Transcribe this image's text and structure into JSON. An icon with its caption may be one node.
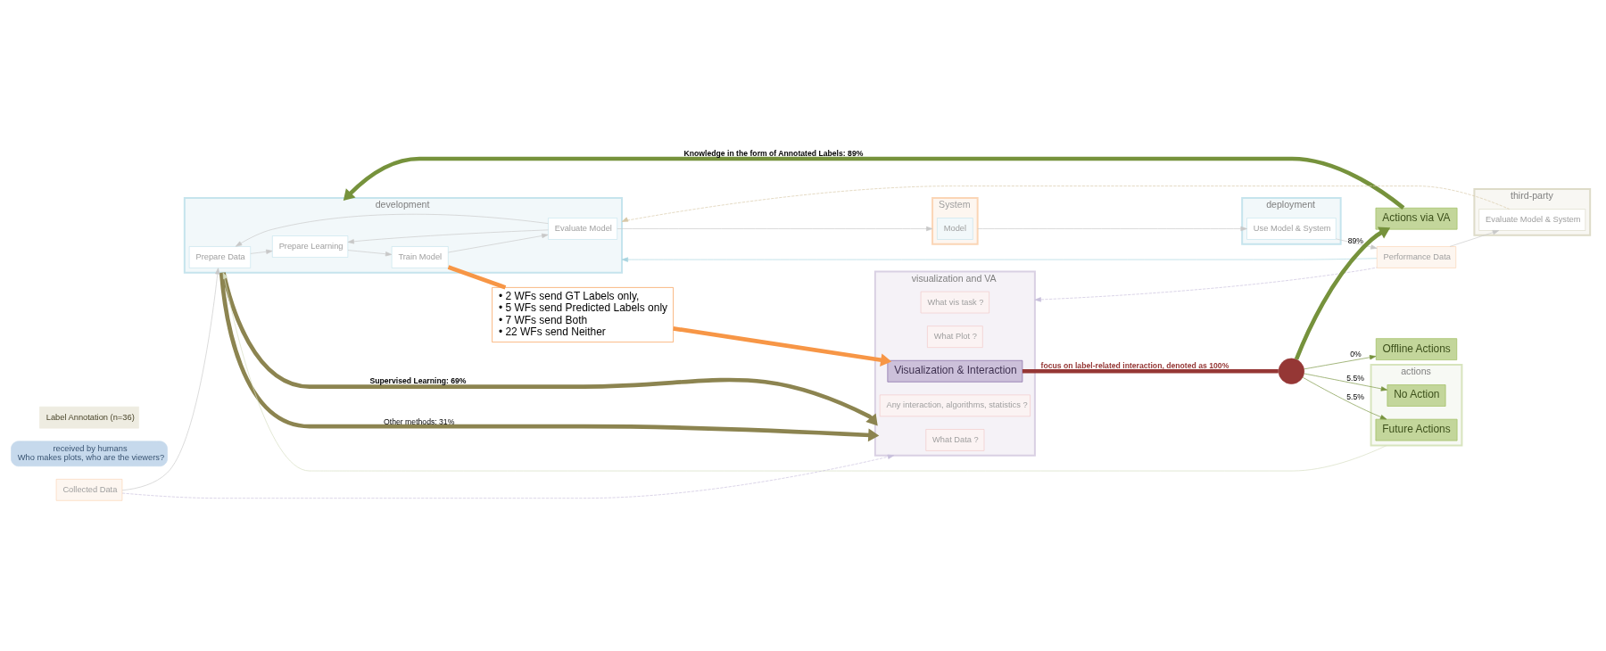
{
  "diagram": {
    "nodes": [
      {
        "text": [
          "development"
        ]
      },
      {
        "text": [
          "Prepare Data"
        ],
        "in": 0
      },
      {
        "text": [
          "Prepare Learning"
        ],
        "in": 0
      },
      {
        "text": [
          "Train Model"
        ],
        "in": 0
      },
      {
        "text": [
          "Evaluate Model"
        ],
        "in": 0
      },
      {
        "text": [
          "Collected Data"
        ]
      },
      {
        "text": [
          "System"
        ]
      },
      {
        "text": [
          "Model"
        ],
        "in": 6
      },
      {
        "text": [
          "deployment"
        ]
      },
      {
        "text": [
          "Use Model & System"
        ],
        "in": 8
      },
      {
        "text": [
          "Performance Data"
        ]
      },
      {
        "text": [
          "third-party"
        ]
      },
      {
        "text": [
          "Evaluate Model & System"
        ],
        "in": 11
      },
      {
        "text": [
          "visualization and VA"
        ]
      },
      {
        "text": [
          "What Data ?"
        ],
        "in": 13
      },
      {
        "text": [
          "What Plot ?"
        ],
        "in": 13
      },
      {
        "text": [
          "What vis task ?"
        ],
        "in": 13
      },
      {
        "text": [
          "Any interaction, algorithms, statistics ?"
        ],
        "in": 13
      },
      {
        "text": [
          "Visualization & Interaction"
        ],
        "in": 13
      },
      {
        "text": [
          "received by humans",
          "Who makes plots, who are the viewers?"
        ]
      },
      {
        "text": [],
        "shape": "circle"
      },
      {
        "text": [
          "actions"
        ]
      },
      {
        "text": [
          "Actions via VA"
        ]
      },
      {
        "text": [
          "Offline Actions"
        ]
      },
      {
        "text": [
          "Future Actions"
        ],
        "in": 21
      },
      {
        "text": [
          "No Action"
        ],
        "in": 21
      },
      {
        "text": [
          "• 2 WFs send GT Labels only,",
          "• 5 WFs send Predicted Labels only",
          "• 7 WFs send Both",
          "• 22 WFs send Neither"
        ]
      },
      {
        "text": [
          "Label Annotation (n=36)"
        ]
      }
    ],
    "edges": [
      {
        "from": 5,
        "to": 1,
        "arrow": "to",
        "color": "#c8c8c8"
      },
      {
        "from": 1,
        "to": 2,
        "arrow": "to",
        "color": "#c8c8c8"
      },
      {
        "from": 2,
        "to": 3,
        "arrow": "to",
        "color": "#c8c8c8"
      },
      {
        "from": 3,
        "to": 4,
        "arrow": "to",
        "color": "#c8c8c8"
      },
      {
        "from": 4,
        "to": 1,
        "arrow": "to",
        "color": "#c8c8c8"
      },
      {
        "from": 4,
        "to": 2,
        "arrow": "to",
        "color": "#c8c8c8"
      },
      {
        "from": 4,
        "to": 6,
        "arrow": "to",
        "color": "#c8c8c8"
      },
      {
        "from": 6,
        "to": 9,
        "arrow": "to",
        "color": "#c8c8c8"
      },
      {
        "from": 9,
        "to": 10,
        "arrow": "to",
        "color": "#c8c8c8"
      },
      {
        "from": 10,
        "to": 12,
        "arrow": "to",
        "color": "#c8c8c8"
      },
      {
        "from": 10,
        "to": 0,
        "arrow": "to",
        "color": "#a8d4e0"
      },
      {
        "from": 12,
        "to": 0,
        "arrow": "to",
        "style": "dashed",
        "color": "#d8c8a8"
      },
      {
        "from": 21,
        "to": 0,
        "arrow": "to",
        "color": "#d4dcc0"
      },
      {
        "from": 22,
        "to": 0,
        "arrow": "to",
        "style": "thick",
        "color": "#76923c",
        "label": "Knowledge in the form of Annotated Labels: 89%"
      },
      {
        "from": 0,
        "to": 13,
        "arrow": "to",
        "style": "thick",
        "color": "#8c8450",
        "label": "Supervised Learning: 69%"
      },
      {
        "from": 0,
        "to": 13,
        "arrow": "to",
        "style": "thick",
        "color": "#8c8450",
        "label": "Other methods: 31%"
      },
      {
        "from": 5,
        "to": 13,
        "arrow": "to",
        "style": "dashed",
        "color": "#c8c0dc"
      },
      {
        "from": 10,
        "to": 13,
        "arrow": "to",
        "style": "dashed",
        "color": "#c8c0dc"
      },
      {
        "from": 3,
        "to": 26,
        "arrow": "none",
        "style": "thick",
        "color": "#f79646"
      },
      {
        "from": 26,
        "to": 18,
        "arrow": "to",
        "style": "thick",
        "color": "#f79646"
      },
      {
        "from": 18,
        "to": 20,
        "arrow": "none",
        "style": "thick",
        "color": "#953735",
        "label": "focus on label-related interaction, denoted as 100%"
      },
      {
        "from": 20,
        "to": 22,
        "arrow": "to",
        "style": "thick",
        "color": "#76923c",
        "label": "89%"
      },
      {
        "from": 20,
        "to": 23,
        "arrow": "to",
        "color": "#76923c",
        "label": "0%"
      },
      {
        "from": 20,
        "to": 24,
        "arrow": "to",
        "color": "#76923c",
        "label": "5.5%"
      },
      {
        "from": 20,
        "to": 25,
        "arrow": "to",
        "color": "#76923c",
        "label": "5.5%"
      }
    ]
  }
}
